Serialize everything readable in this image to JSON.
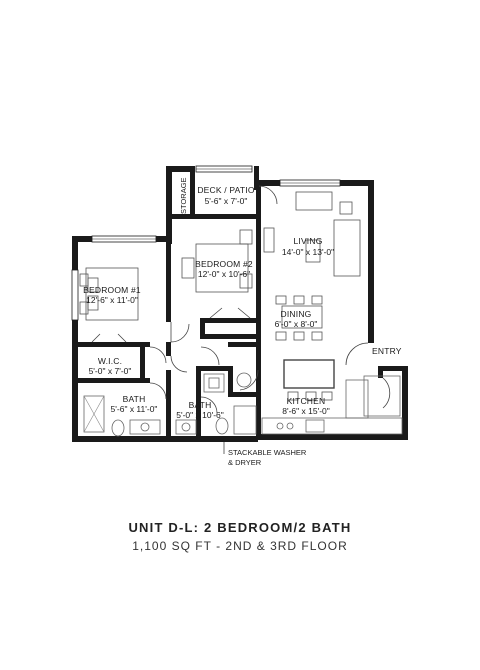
{
  "rooms": {
    "storage": "STORAGE",
    "deck_name": "DECK / PATIO",
    "deck_dim": "5'-6\" x 7'-0\"",
    "living_name": "LIVING",
    "living_dim": "14'-0\" x 13'-0\"",
    "bedroom2_name": "BEDROOM #2",
    "bedroom2_dim": "12'-0\" x 10'-6\"",
    "bedroom1_name": "BEDROOM #1",
    "bedroom1_dim": "12'-6\" x 11'-0\"",
    "dining_name": "DINING",
    "dining_dim": "6'-0\" x 8'-0\"",
    "entry": "ENTRY",
    "wic_name": "W.I.C.",
    "wic_dim": "5'-0\" x 7'-0\"",
    "bath1_name": "BATH",
    "bath1_dim": "5'-6\" x 11'-0\"",
    "bath2_name": "BATH",
    "bath2_dim": "5'-0\" x 10'-6\"",
    "kitchen_name": "KITCHEN",
    "kitchen_dim": "8'-6\" x 15'-0\"",
    "washer_line1": "STACKABLE WASHER",
    "washer_line2": "& DRYER"
  },
  "caption": {
    "title": "UNIT D-L: 2 BEDROOM/2 BATH",
    "subtitle": "1,100 SQ FT - 2ND & 3RD FLOOR"
  }
}
